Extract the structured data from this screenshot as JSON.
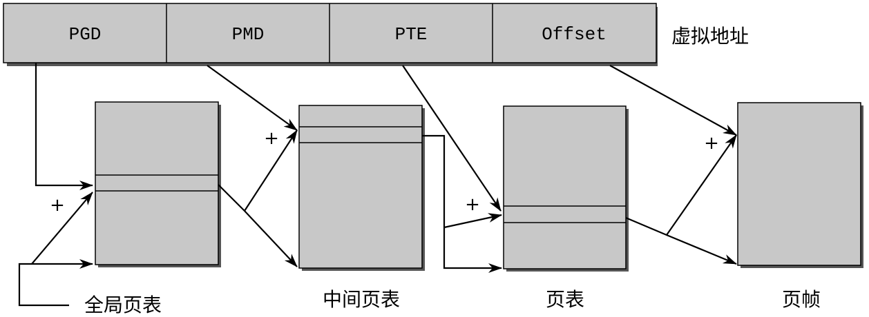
{
  "virtual_address": {
    "fields": [
      "PGD",
      "PMD",
      "PTE",
      "Offset"
    ],
    "label": "虚拟地址"
  },
  "tables": {
    "global": "全局页表",
    "middle": "中间页表",
    "page_table": "页表",
    "frame": "页帧"
  },
  "plus_sign": "+"
}
